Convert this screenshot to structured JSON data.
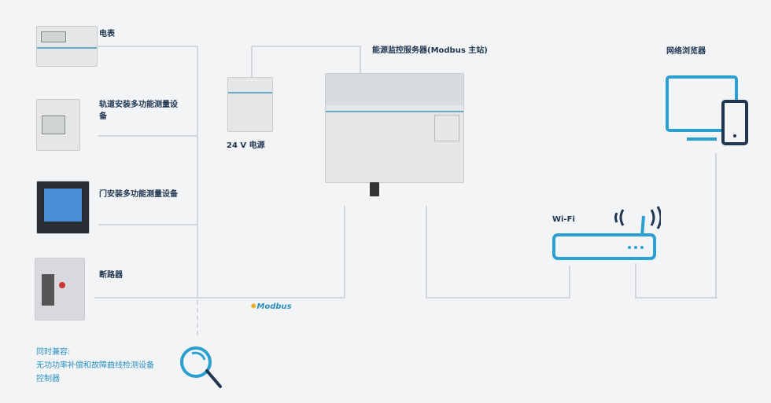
{
  "devices": {
    "meter": "电表",
    "rail_meter": "轨道安装多功能测量设备",
    "door_meter": "门安装多功能测量设备",
    "breaker": "断路器",
    "power_supply": "24 V 电源",
    "server": "能源监控服务器(Modbus 主站)",
    "browser": "网络浏览器",
    "wifi": "Wi-Fi"
  },
  "modbus_logo": "Modbus",
  "note": {
    "title": "同时兼容:",
    "line1": "无功功率补偿和故障曲线检测设备",
    "line2": "控制器"
  },
  "colors": {
    "accent": "#2a9fd0",
    "navy": "#1f3550",
    "line": "#d3d6da"
  }
}
